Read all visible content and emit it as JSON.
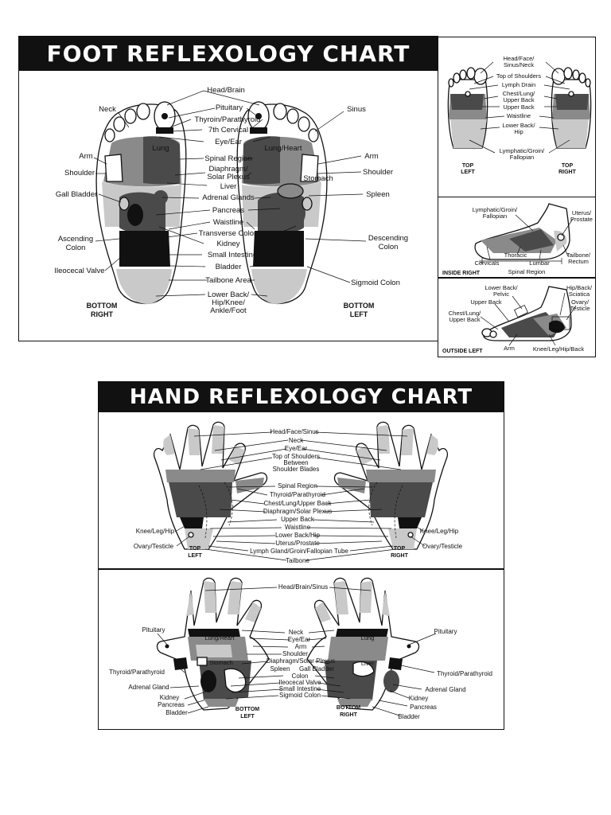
{
  "foot_chart": {
    "title": "FOOT REFLEXOLOGY CHART",
    "left_labels": [
      "Neck",
      "Arm",
      "Shoulder",
      "Gall Bladder",
      "Ascending Colon",
      "Ileocecal Valve"
    ],
    "center_labels": [
      "Head/Brain",
      "Pituitary",
      "Thyroin/Parathyroid",
      "7th Cervical",
      "Eye/Ear",
      "Spinal Region",
      "Diaphragm/ Solar Plexus",
      "Liver",
      "Adrenal Glands",
      "Pancreas",
      "Waistline",
      "Transverse Colon",
      "Kidney",
      "Small Intestine",
      "Bladder",
      "Tailbone Area",
      "Lower Back/ Hip/Knee/ Ankle/Foot"
    ],
    "right_labels": [
      "Sinus",
      "Arm",
      "Shoulder",
      "Spleen",
      "Descending Colon",
      "Sigmoid Colon"
    ],
    "inner_labels": [
      "Lung",
      "Lung/Heart",
      "Stomach"
    ],
    "captions": [
      "BOTTOM RIGHT",
      "BOTTOM LEFT"
    ]
  },
  "foot_top": {
    "labels": [
      "Head/Face/ Sinus/Neck",
      "Top of Shoulders",
      "Lymph Drain",
      "Chest/Lung/ Upper Back",
      "Upper Back",
      "Waistline",
      "Lower Back/ Hip",
      "Lymphatic/Groin/ Fallopian"
    ],
    "captions": [
      "TOP LEFT",
      "TOP RIGHT"
    ]
  },
  "foot_inside": {
    "labels": [
      "Lymphatic/Groin/ Fallopian",
      "Uterus/ Prostate",
      "Thoracic",
      "Tailbone/ Rectum",
      "Cervicals",
      "Lumbar",
      "Spinal Region"
    ],
    "caption": "INSIDE RIGHT"
  },
  "foot_outside": {
    "labels": [
      "Lower Back/ Pelvic",
      "Hip/Back/ Sciatica",
      "Upper Back",
      "Ovary/ Testicle",
      "Chest/Lung/ Upper Back",
      "Arm",
      "Knee/Leg/Hip/Back"
    ],
    "caption": "OUTSIDE LEFT"
  },
  "hand_chart": {
    "title": "HAND REFLEXOLOGY CHART",
    "top_center_labels": [
      "Head/Face/Sinus",
      "Neck",
      "Eye/Ear",
      "Top of Shoulders Between Shoulder Blades",
      "Spinal Region",
      "Thyroid/Parathyroid",
      "Chest/Lung/Upper Back",
      "Diaphragm/Solar Plexus",
      "Upper Back",
      "Waistline",
      "Lower Back/Hip",
      "Uterus/Prostate",
      "Lymph Gland/Groin/Fallopian Tube",
      "Tailbone"
    ],
    "top_side_labels": [
      "Knee/Leg/Hip",
      "Ovary/Testicle",
      "Knee/Leg/Hip",
      "Ovary/Testicle"
    ],
    "top_captions": [
      "TOP LEFT",
      "TOP RIGHT"
    ],
    "bottom_center_labels": [
      "Head/Brain/Sinus",
      "Neck",
      "Eye/Ear",
      "Arm",
      "Shoulder",
      "Diaphragm/Solar Plexus",
      "Spleen",
      "Gall Bladder",
      "Colon",
      "Ileocecal Valve",
      "Small Intestine",
      "Sigmoid Colon"
    ],
    "bottom_left_labels": [
      "Pituitary",
      "Thyroid/Parathyroid",
      "Adrenal Gland",
      "Kidney",
      "Pancreas",
      "Bladder"
    ],
    "bottom_right_labels": [
      "Pituitary",
      "Thyroid/Parathyroid",
      "Adrenal Gland",
      "Kidney",
      "Pancreas",
      "Bladder"
    ],
    "bottom_inner_labels": [
      "Lung/Heart",
      "Stomach",
      "Lung",
      "Liver"
    ],
    "bottom_captions": [
      "BOTTOM LEFT",
      "BOTTOM RIGHT"
    ]
  }
}
